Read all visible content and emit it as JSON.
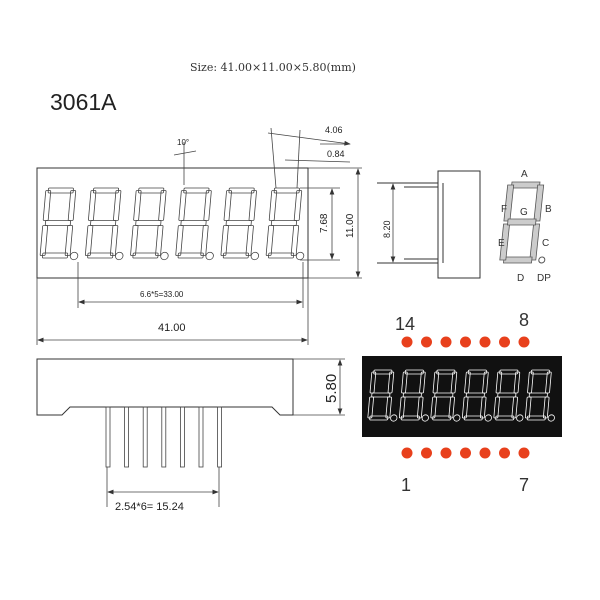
{
  "header": {
    "size_label": "Size: 41.00×11.00×5.80(mm)",
    "model": "3061A"
  },
  "front_view": {
    "digit_count": 6,
    "angle": "10°",
    "seg_width": "4.06",
    "dp_offset": "0.84",
    "digit_height": "7.68",
    "height": "11.00",
    "pitch": "6.6*5=33.00",
    "width": "41.00"
  },
  "side_view": {
    "pin_span": "8.20"
  },
  "segment_map": {
    "labels": [
      "A",
      "B",
      "C",
      "D",
      "E",
      "F",
      "G",
      "DP"
    ]
  },
  "bottom_view": {
    "depth": "5.80",
    "pin_pitch": "2.54*6= 15.24",
    "pins_per_row": 7
  },
  "pinout": {
    "top_left": "14",
    "top_right": "8",
    "bottom_left": "1",
    "bottom_right": "7",
    "pin_color": "#e8401c",
    "panel_color": "#111111"
  }
}
